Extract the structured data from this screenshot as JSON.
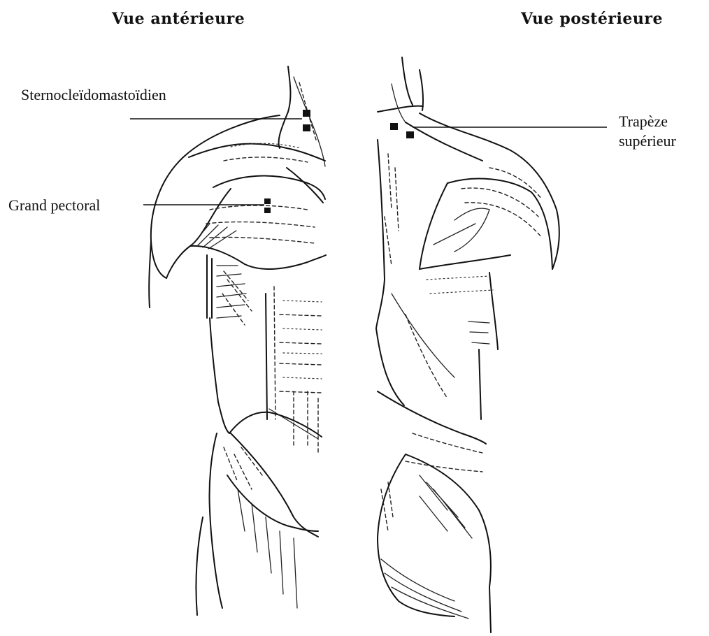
{
  "views": {
    "anterior": "Vue antérieure",
    "posterior": "Vue postérieure"
  },
  "labels": {
    "scm": "Sternocleïdomastoïdien",
    "pec": "Grand pectoral",
    "trap_line1": "Trapèze",
    "trap_line2": "supérieur"
  }
}
